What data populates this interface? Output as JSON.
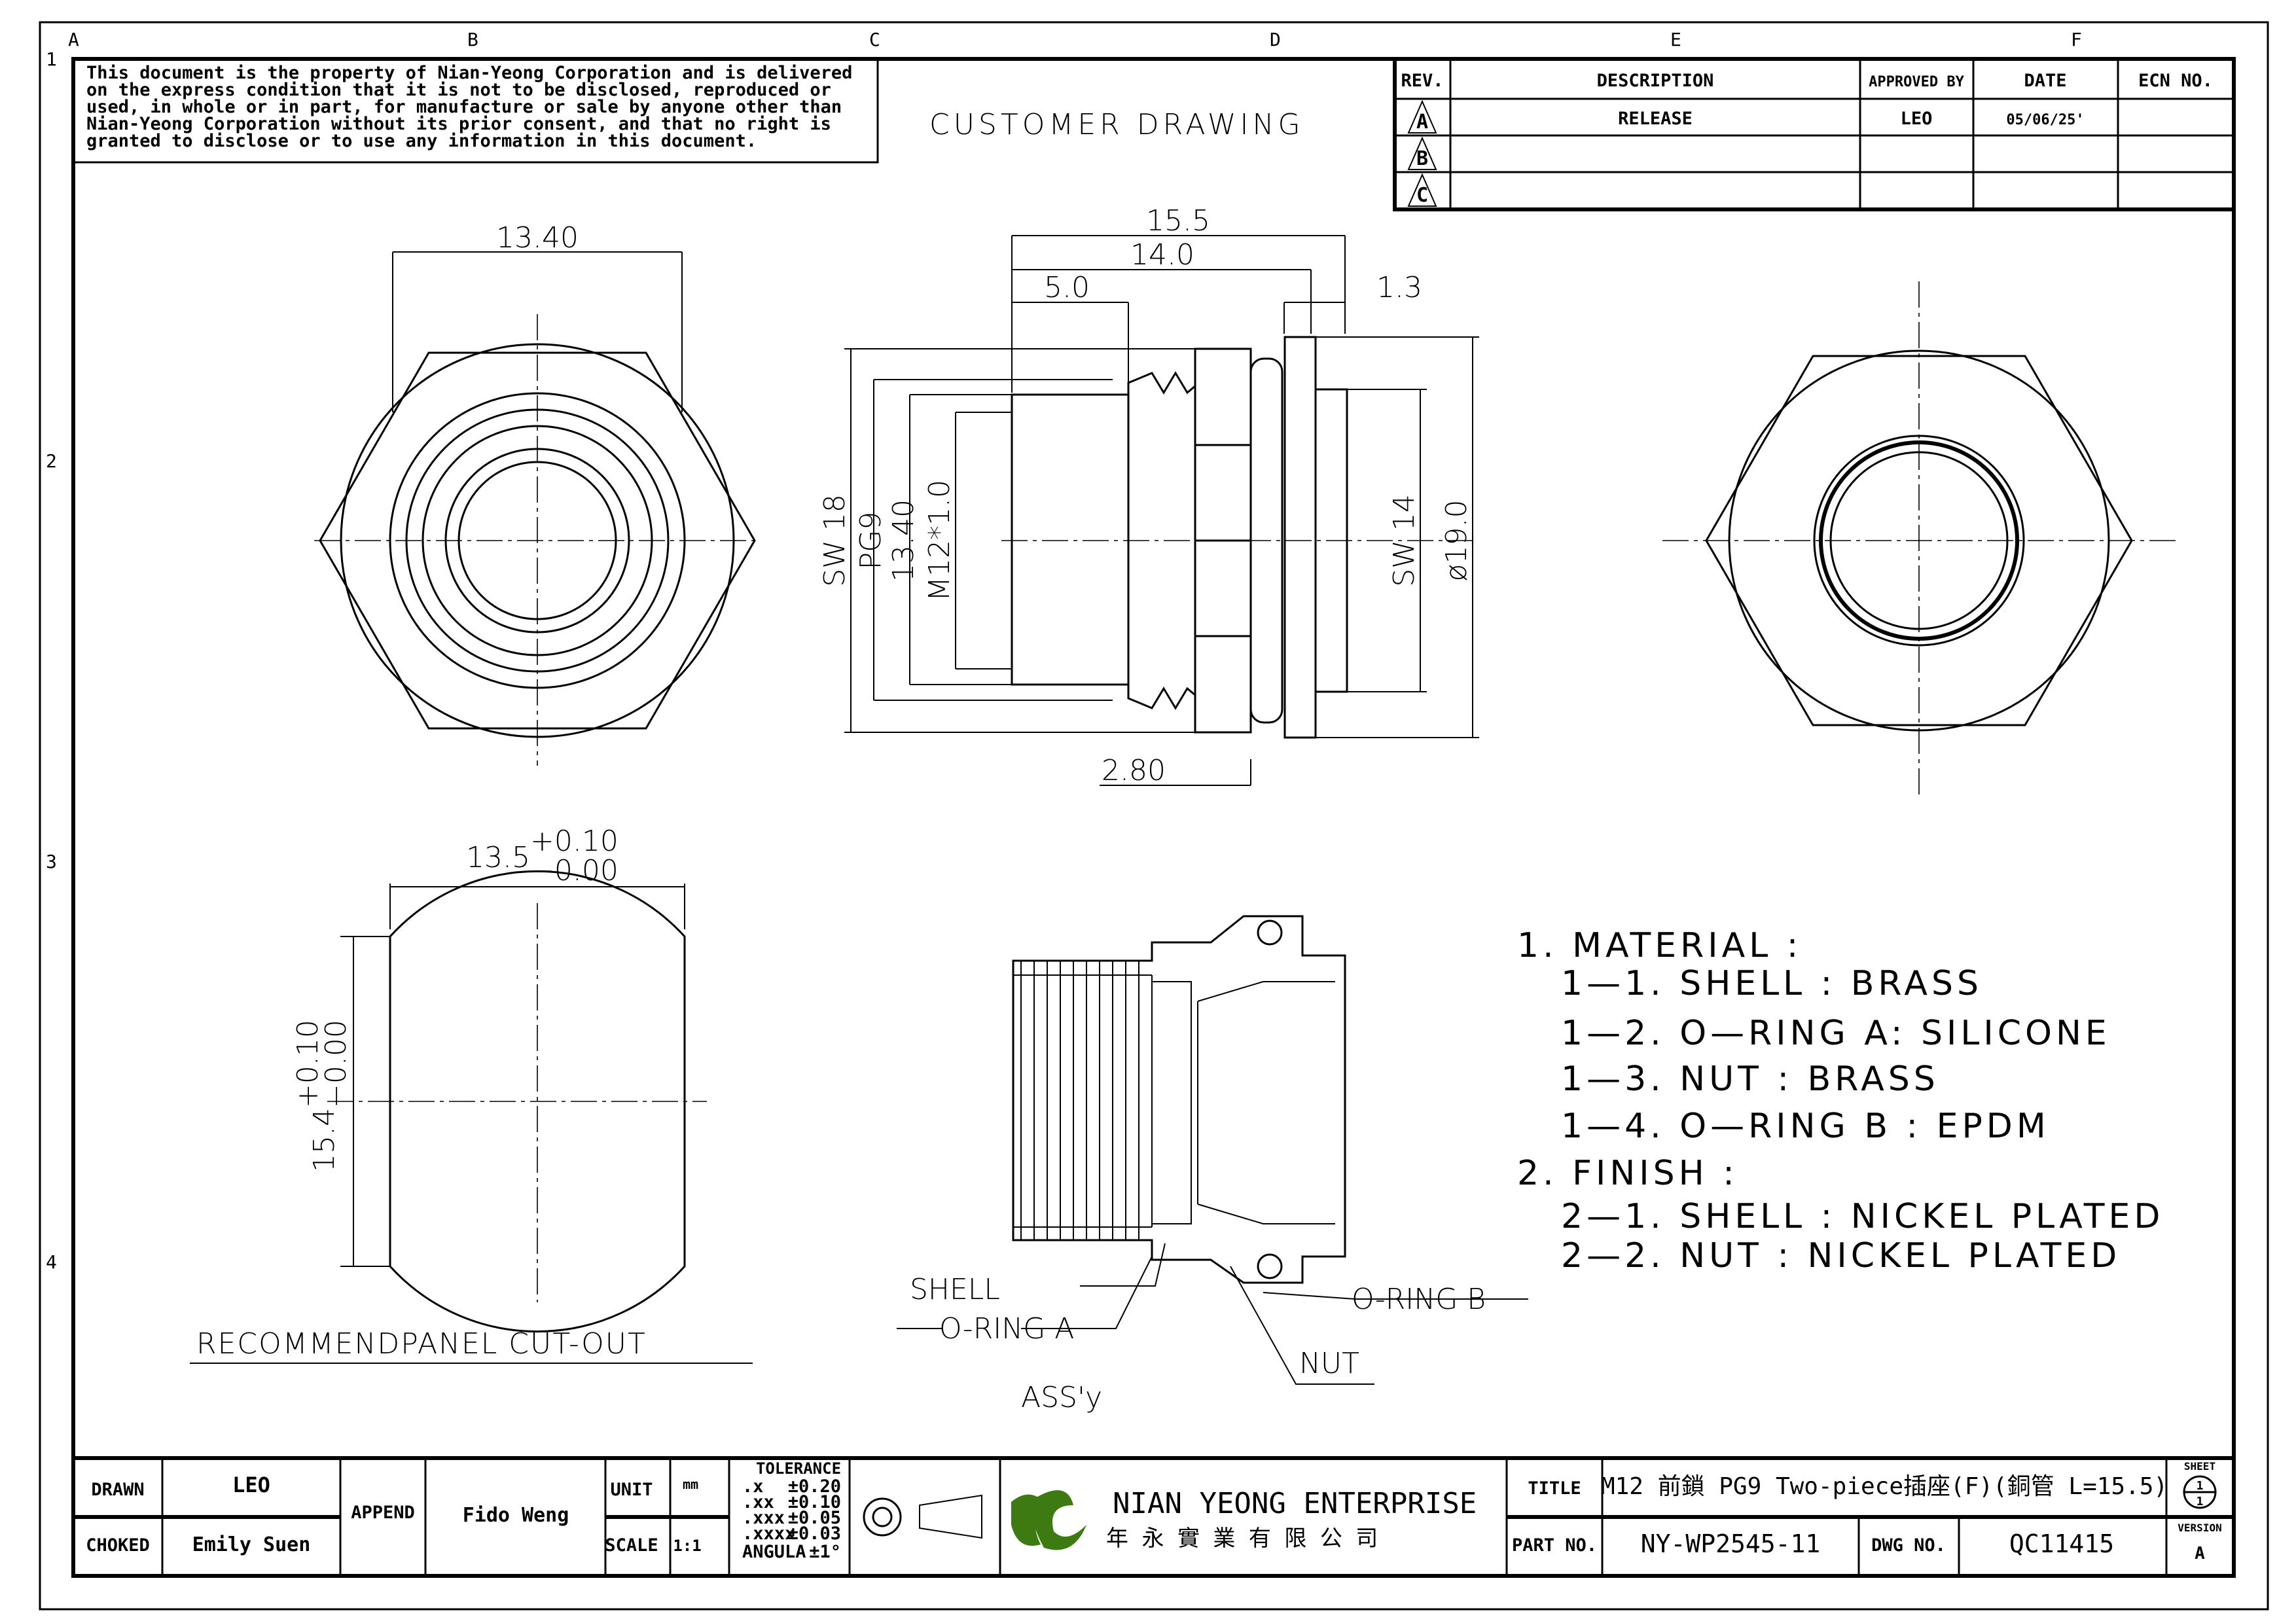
{
  "notice": [
    "This document is the property of Nian-Yeong Corporation and is delivered",
    "on  the  express condition that it is not to be disclosed, reproduced or",
    "used, in whole or in part, for manufacture or sale by anyone other than",
    "Nian-Yeong Corporation without  its prior consent, and that  no right  is",
    "granted to disclose or to use any information in this  document."
  ],
  "drawing_type": "CUSTOMER  DRAWING",
  "grid": {
    "columns": [
      "A",
      "B",
      "C",
      "D",
      "E",
      "F"
    ],
    "rows": [
      "1",
      "2",
      "3",
      "4"
    ]
  },
  "revision_table": {
    "headers": [
      "REV.",
      "DESCRIPTION",
      "APPROVED BY",
      "DATE",
      "ECN NO."
    ],
    "rows": [
      {
        "rev": "A",
        "description": "RELEASE",
        "approved_by": "LEO",
        "date": "05/06/25'",
        "ecn": ""
      },
      {
        "rev": "B",
        "description": "",
        "approved_by": "",
        "date": "",
        "ecn": ""
      },
      {
        "rev": "C",
        "description": "",
        "approved_by": "",
        "date": "",
        "ecn": ""
      }
    ]
  },
  "dimensions": {
    "front_width": "13.40",
    "side_total": "15.5",
    "side_14": "14.0",
    "side_5": "5.0",
    "side_1_3": "1.3",
    "side_2_80": "2.80",
    "sw18": "SW 18",
    "pg9": "PG9",
    "d13_40": "13.40",
    "m12": "M12*1.0",
    "sw14": "SW 14",
    "dia19": "ø19.0",
    "cut_w": "13.5",
    "cut_w_tol_plus": "+0.10",
    "cut_w_tol_minus": "−0.00",
    "cut_h": "15.4",
    "cut_h_tol_plus": "+0.10",
    "cut_h_tol_minus": "−0.00"
  },
  "cutout_label": "RECOMMENDPANEL CUT-OUT",
  "assembly": {
    "label": "ASS'y",
    "callouts": [
      "SHELL",
      "O-RING A",
      "O-RING B",
      "NUT"
    ]
  },
  "notes": [
    "1.  MATERIAL  :",
    "1—1.  SHELL  :  BRASS",
    "1—2.  O—RING  A:  SILICONE",
    "1—3.  NUT  :  BRASS",
    "1—4.  O—RING  B  :  EPDM",
    "2.  FINISH  :",
    "2—1.  SHELL  :  NICKEL  PLATED",
    "2—2.  NUT  :  NICKEL  PLATED"
  ],
  "title_block": {
    "drawn_label": "DRAWN",
    "drawn": "LEO",
    "checked_label": "CHOKED",
    "checked": "Emily Suen",
    "append_label": "APPEND",
    "append": "Fido Weng",
    "unit_label": "UNIT",
    "unit": "mm",
    "scale_label": "SCALE",
    "scale": "1:1",
    "tolerance_title": "TOLERANCE",
    "tolerances": [
      [
        ".x",
        "±0.20"
      ],
      [
        ".xx",
        "±0.10"
      ],
      [
        ".xxx",
        "±0.05"
      ],
      [
        ".xxxx",
        "±0.03"
      ],
      [
        "ANGULA",
        "±1°"
      ]
    ],
    "company_en": "NIAN YEONG ENTERPRISE",
    "company_zh": "年 永 實 業 有 限 公 司",
    "title_label": "TITLE",
    "title": "M12 前鎖 PG9 Two-piece插座(F)(銅管 L=15.5)",
    "part_label": "PART NO.",
    "part_no": "NY-WP2545-11",
    "dwg_label": "DWG NO.",
    "dwg_no": "QC11415",
    "sheet_label": "SHEET",
    "sheet": "1",
    "sheet_total": "1",
    "version_label": "VERSION",
    "version": "A",
    "logo_color": "#3d7a12"
  }
}
